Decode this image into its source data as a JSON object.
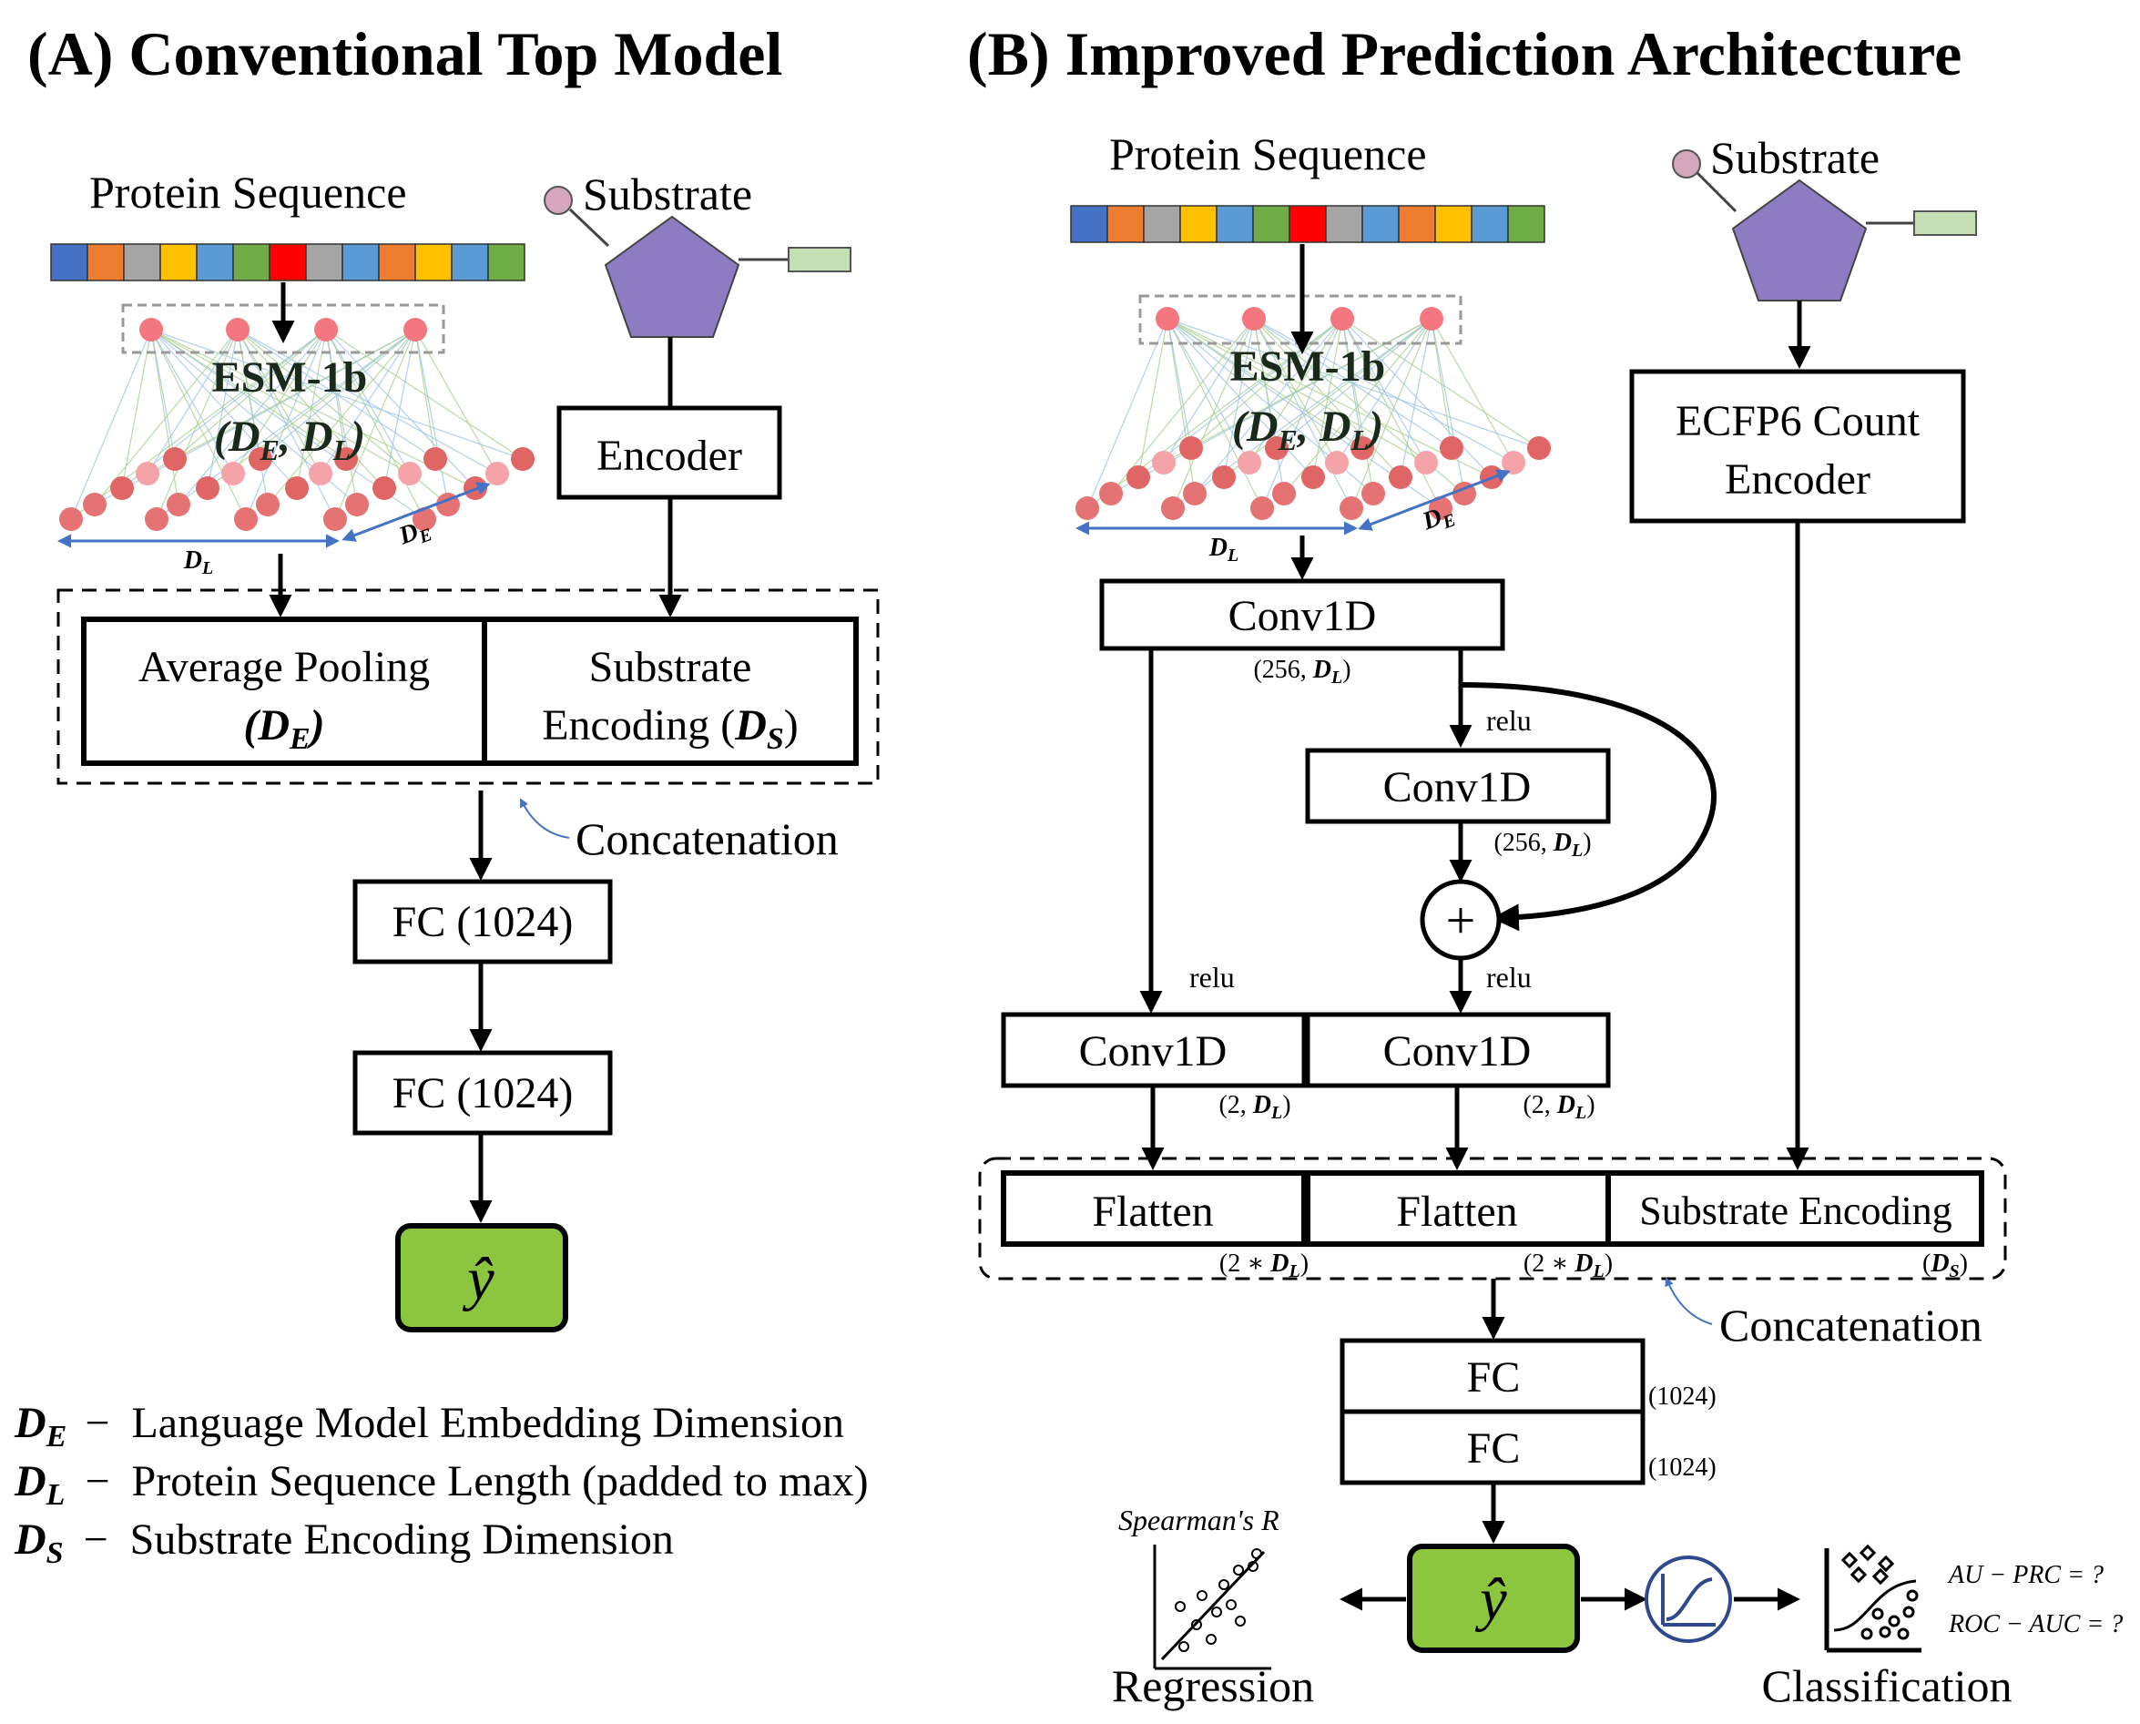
{
  "panel_a": {
    "title": "(A) Conventional Top Model",
    "protein_label": "Protein Sequence",
    "substrate_label": "Substrate",
    "esm_line1": "ESM-1b",
    "esm_line2": "(DE, DL)",
    "dl": "DL",
    "de": "DE",
    "encoder": "Encoder",
    "avg_pool_line1": "Average Pooling",
    "avg_pool_line2": "(DE)",
    "sub_enc_line1": "Substrate",
    "sub_enc_line2": "Encoding (DS)",
    "concat": "Concatenation",
    "fc1": "FC (1024)",
    "fc2": "FC (1024)",
    "yhat": "ŷ"
  },
  "panel_b": {
    "title": "(B) Improved Prediction Architecture",
    "protein_label": "Protein Sequence",
    "substrate_label": "Substrate",
    "esm_line1": "ESM-1b",
    "esm_line2": "(DE, DL)",
    "dl": "DL",
    "de": "DE",
    "ecfp_line1": "ECFP6 Count",
    "ecfp_line2": "Encoder",
    "conv_top": "Conv1D",
    "conv_top_dim": "(256, DL)",
    "relu": "relu",
    "conv_mid": "Conv1D",
    "conv_mid_dim": "(256, DL)",
    "plus": "+",
    "conv_left": "Conv1D",
    "conv_left_dim": "(2, DL)",
    "conv_right": "Conv1D",
    "conv_right_dim": "(2, DL)",
    "flatten1": "Flatten",
    "flatten1_dim": "(2 * DL)",
    "flatten2": "Flatten",
    "flatten2_dim": "(2 * DL)",
    "sub_enc": "Substrate Encoding",
    "sub_enc_dim": "(DS)",
    "concat": "Concatenation",
    "fc1": "FC",
    "fc1_dim": "(1024)",
    "fc2": "FC",
    "fc2_dim": "(1024)",
    "yhat": "ŷ",
    "spearman": "Spearman's R",
    "regression": "Regression",
    "classification": "Classification",
    "auprc": "AU − PRC = ?",
    "rocauc": "ROC − AUC = ?"
  },
  "legend": [
    {
      "sym": "D",
      "sub": "E",
      "text": "Language Model Embedding Dimension"
    },
    {
      "sym": "D",
      "sub": "L",
      "text": "Protein Sequence Length (padded to max)"
    },
    {
      "sym": "D",
      "sub": "S",
      "text": "Substrate Encoding Dimension"
    }
  ],
  "colors": {
    "seq": [
      "#4472c4",
      "#ed7d31",
      "#a5a5a5",
      "#ffc000",
      "#5b9bd5",
      "#70ad47",
      "#ff0000",
      "#a5a5a5",
      "#5b9bd5",
      "#ed7d31",
      "#ffc000",
      "#5b9bd5",
      "#70ad47"
    ],
    "pentagon": "#8e7cc3",
    "green_box": "#8cc63f",
    "substrate_tag": "#c5e0b4",
    "substrate_dot": "#d5a6bd",
    "neuron": "#f4777f"
  }
}
